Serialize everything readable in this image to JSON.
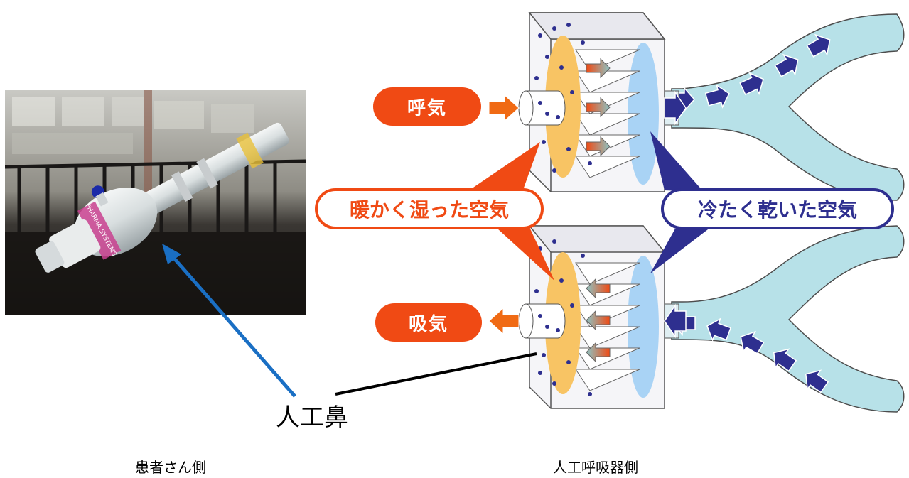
{
  "labels": {
    "exhale": "呼気",
    "inhale": "吸気",
    "warm_humid_air": "暖かく湿った空気",
    "cool_dry_air": "冷たく乾いた空気",
    "artificial_nose": "人工鼻",
    "patient_side": "患者さん側",
    "ventilator_side": "人工呼吸器側"
  },
  "photo": {
    "band_text": "PHARMA SYSTEMS"
  },
  "colors": {
    "orange": "#f04a14",
    "navy": "#2e2f8f",
    "blue_arrow": "#1a6fc4",
    "tube": "#b7e1e8",
    "filter_yellow": "#f8c464",
    "filter_blue": "#a9d3f5"
  }
}
